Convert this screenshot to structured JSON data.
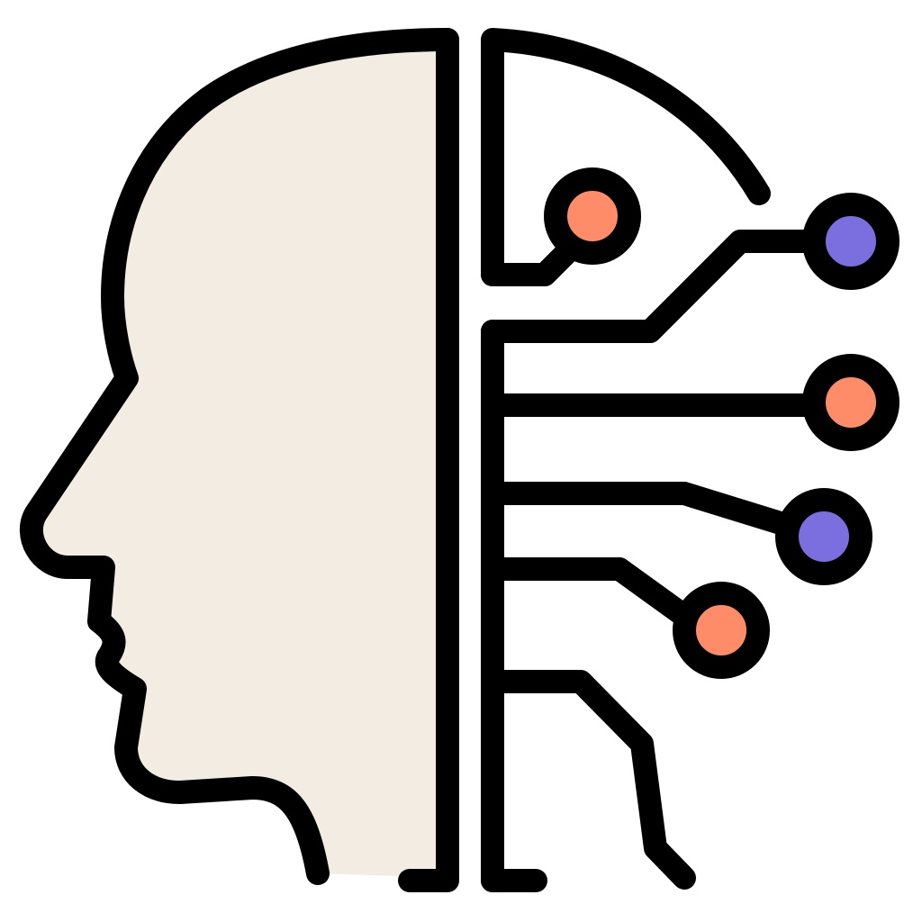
{
  "icon": {
    "name": "ai-head-circuit-icon",
    "colors": {
      "stroke": "#000000",
      "face_fill": "#F3ECE2",
      "node_orange": "#FF8C69",
      "node_purple": "#7B6FE0",
      "background": "#FFFFFF"
    },
    "nodes": [
      {
        "name": "node-top-orange",
        "color": "orange"
      },
      {
        "name": "node-1-purple",
        "color": "purple"
      },
      {
        "name": "node-2-orange",
        "color": "orange"
      },
      {
        "name": "node-3-purple",
        "color": "purple"
      },
      {
        "name": "node-4-orange",
        "color": "orange"
      }
    ]
  }
}
